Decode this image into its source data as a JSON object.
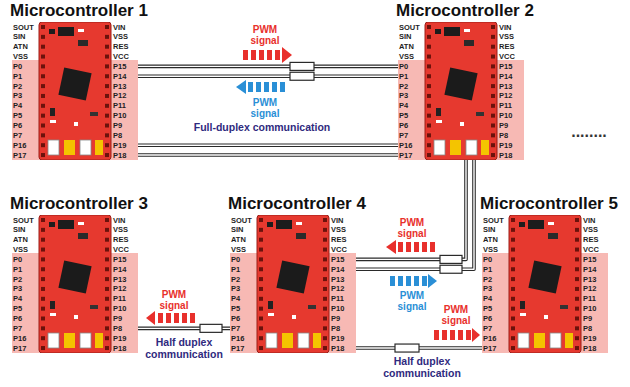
{
  "diagram": {
    "nodes": [
      {
        "text": [
          "Microcontroller 1",
          "SOUT",
          "SIN",
          "ATN",
          "VSS",
          "P0",
          "P1",
          "P2",
          "P3",
          "P4",
          "P5",
          "P6",
          "P7",
          "P16",
          "P17",
          "VIN",
          "VSS",
          "RES",
          "VCC",
          "P15",
          "P14",
          "P13",
          "P12",
          "P11",
          "P10",
          "P9",
          "P8",
          "P19",
          "P18"
        ]
      },
      {
        "text": [
          "Microcontroller 2",
          "SOUT",
          "SIN",
          "ATN",
          "VSS",
          "P0",
          "P1",
          "P2",
          "P3",
          "P4",
          "P5",
          "P6",
          "P7",
          "P16",
          "P17",
          "VIN",
          "VSS",
          "RES",
          "VCC",
          "P15",
          "P14",
          "P13",
          "P12",
          "P11",
          "P10",
          "P9",
          "P8",
          "P19",
          "P18"
        ]
      },
      {
        "text": [
          "Microcontroller 3",
          "SOUT",
          "SIN",
          "ATN",
          "VSS",
          "P0",
          "P1",
          "P2",
          "P3",
          "P4",
          "P5",
          "P6",
          "P7",
          "P16",
          "P17",
          "VIN",
          "VSS",
          "RES",
          "VCC",
          "P15",
          "P14",
          "P13",
          "P12",
          "P11",
          "P10",
          "P9",
          "P8",
          "P19",
          "P18"
        ]
      },
      {
        "text": [
          "Microcontroller 4",
          "SOUT",
          "SIN",
          "ATN",
          "VSS",
          "P0",
          "P1",
          "P2",
          "P3",
          "P4",
          "P5",
          "P6",
          "P7",
          "P16",
          "P17",
          "VIN",
          "VSS",
          "RES",
          "VCC",
          "P15",
          "P14",
          "P13",
          "P12",
          "P11",
          "P10",
          "P9",
          "P8",
          "P19",
          "P18"
        ]
      },
      {
        "text": [
          "Microcontroller 5",
          "SOUT",
          "SIN",
          "ATN",
          "VSS",
          "P0",
          "P1",
          "P2",
          "P3",
          "P4",
          "P5",
          "P6",
          "P7",
          "P16",
          "P17",
          "VIN",
          "VSS",
          "RES",
          "VCC",
          "P15",
          "P14",
          "P13",
          "P12",
          "P11",
          "P10",
          "P9",
          "P8",
          "P19",
          "P18"
        ]
      }
    ],
    "edges": [
      {
        "from": 0,
        "to": 1,
        "arrow": "none"
      },
      {
        "from": 0,
        "to": 1,
        "arrow": "none"
      },
      {
        "from": 0,
        "to": 3,
        "arrow": "none"
      },
      {
        "from": 0,
        "to": 3,
        "arrow": "none"
      },
      {
        "from": 2,
        "to": 3,
        "arrow": "none"
      },
      {
        "from": 3,
        "to": 4,
        "arrow": "none"
      }
    ],
    "labels": [
      "PWM signal",
      "PWM signal",
      "Full-duplex communication",
      "........",
      "PWM signal",
      "PWM signal",
      "PWM signal",
      "Half duplex communication",
      "PWM signal",
      "Half duplex communication"
    ]
  }
}
